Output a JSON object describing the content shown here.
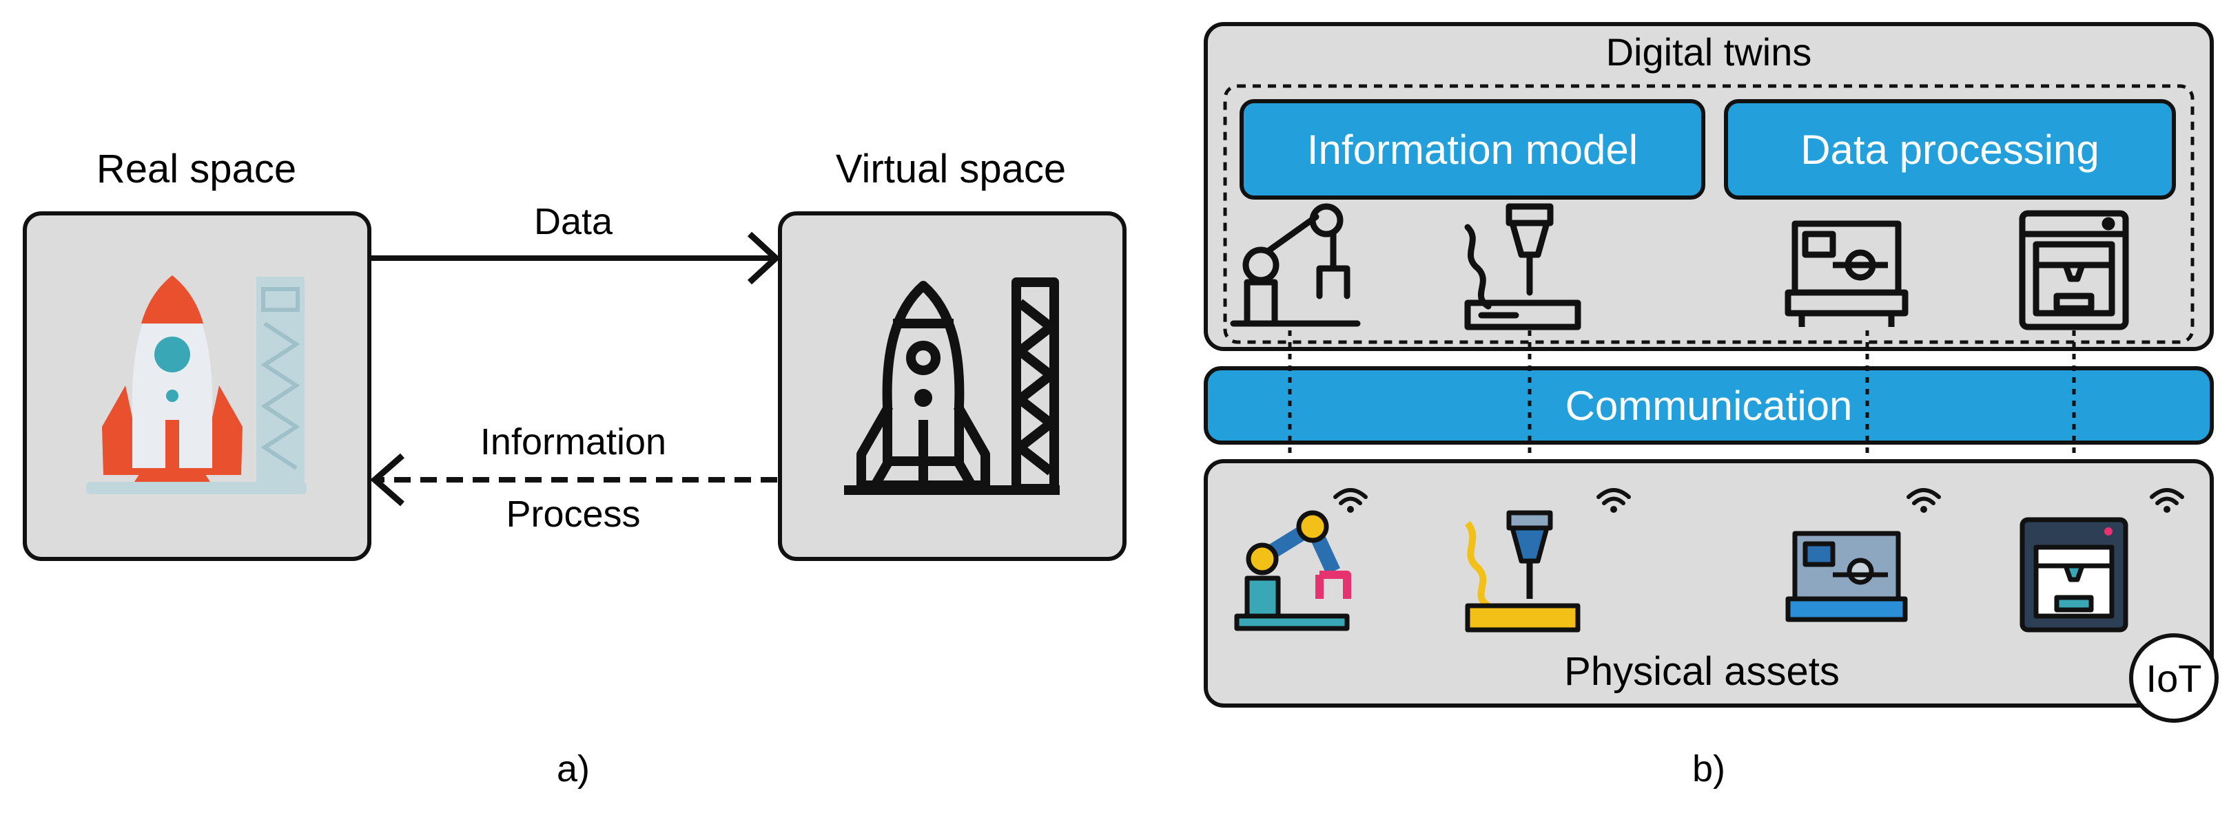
{
  "panel_a": {
    "real_space": "Real space",
    "virtual_space": "Virtual space",
    "arrow_top": "Data",
    "arrow_bottom_line1": "Information",
    "arrow_bottom_line2": "Process",
    "caption": "a)",
    "icons": [
      "rocket-launch-color-icon",
      "rocket-launch-outline-icon"
    ]
  },
  "panel_b": {
    "digital_twins": "Digital twins",
    "information_model": "Information model",
    "data_processing": "Data processing",
    "communication": "Communication",
    "physical_assets": "Physical assets",
    "iot": "IoT",
    "caption": "b)",
    "twin_icons": [
      "robot-arm-outline-icon",
      "milling-machine-outline-icon",
      "cnc-lathe-outline-icon",
      "3d-printer-outline-icon"
    ],
    "asset_icons": [
      "robot-arm-icon",
      "milling-machine-icon",
      "cnc-lathe-icon",
      "3d-printer-icon"
    ],
    "connectivity_icon": "wifi-icon"
  },
  "colors": {
    "panel_gray": "#dcdcdc",
    "accent_blue": "#23a0dc",
    "stroke": "#111111",
    "rocket_red": "#e8502e",
    "rocket_body": "#e9edf1",
    "rocket_teal": "#3aa7b6",
    "tower_light": "#bfd6dc"
  }
}
